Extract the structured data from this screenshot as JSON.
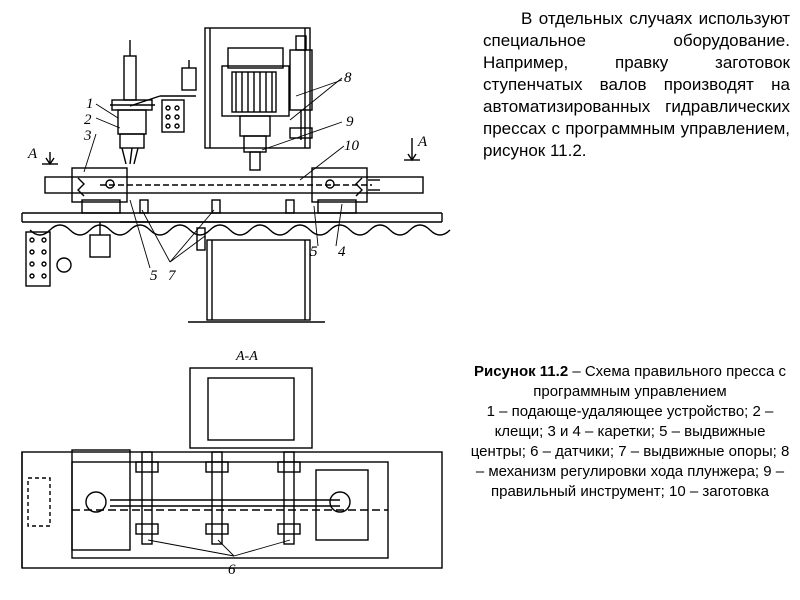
{
  "text": {
    "intro": "В отдельных случаях используют специальное оборудование. Например, правку заготовок ступенчатых валов производят на автоматизированных гидравлических прессах с программным управлением, рисунок 11.2."
  },
  "caption": {
    "title": "Рисунок 11.2",
    "subtitle": " – Схема правильного пресса с программным управлением",
    "legend": "1 – подающе-удаляющее устройство; 2 – клещи; 3 и 4 – каретки; 5 – выдвижные центры; 6 – датчики; 7 – выдвижные опоры; 8 – механизм регулировки хода плунжера; 9 – правильный инструмент; 10 – заготовка"
  },
  "drawing": {
    "section_label": "А-А",
    "cut_left": "А",
    "cut_right": "А",
    "labels": {
      "n1": "1",
      "n2": "2",
      "n3": "3",
      "n4": "4",
      "n5a": "5",
      "n5b": "5",
      "n6": "6",
      "n7": "7",
      "n8": "8",
      "n9": "9",
      "n10": "10"
    }
  }
}
